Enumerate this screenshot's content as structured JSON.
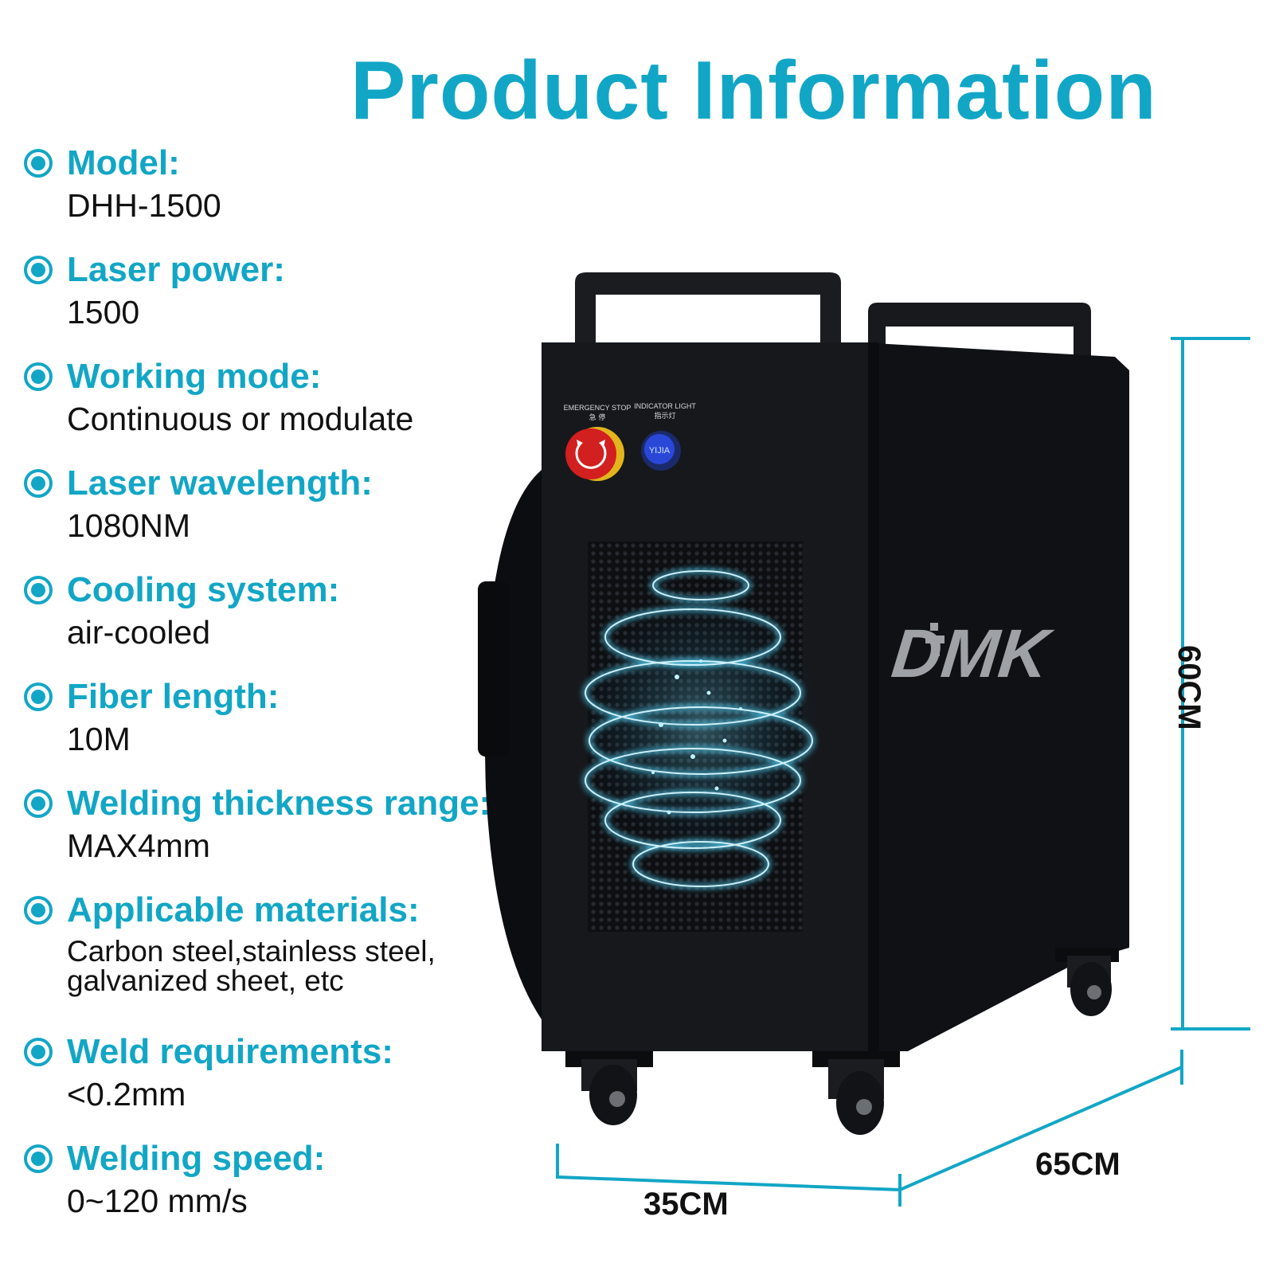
{
  "title": "Product Information",
  "specs": [
    {
      "label": "Model:",
      "value": "DHH-1500"
    },
    {
      "label": "Laser power:",
      "value": "1500"
    },
    {
      "label": "Working mode:",
      "value": "Continuous or modulate"
    },
    {
      "label": "Laser wavelength:",
      "value": "1080NM"
    },
    {
      "label": "Cooling system:",
      "value": "air-cooled"
    },
    {
      "label": "Fiber length:",
      "value": "10M"
    },
    {
      "label": "Welding thickness range:",
      "value": "MAX4mm"
    },
    {
      "label": "Applicable materials:",
      "value": "Carbon steel,stainless steel,\ngalvanized sheet, etc"
    },
    {
      "label": "Weld requirements:",
      "value": "<0.2mm"
    },
    {
      "label": "Welding speed:",
      "value": "0~120 mm/s"
    }
  ],
  "machine": {
    "brand": "DMK",
    "emergency_stop_label": "EMERGENCY STOP",
    "emergency_stop_cn": "急 停",
    "indicator_light_label": "INDICATOR LIGHT",
    "indicator_light_cn": "指示灯",
    "indicator_brand": "YIJIA"
  },
  "dimensions": {
    "height": "60CM",
    "depth": "65CM",
    "width": "35CM"
  },
  "colors": {
    "accent": "#12a6c6",
    "text": "#111111",
    "machine_body": "#121418",
    "glow": "#4fd6ff"
  }
}
